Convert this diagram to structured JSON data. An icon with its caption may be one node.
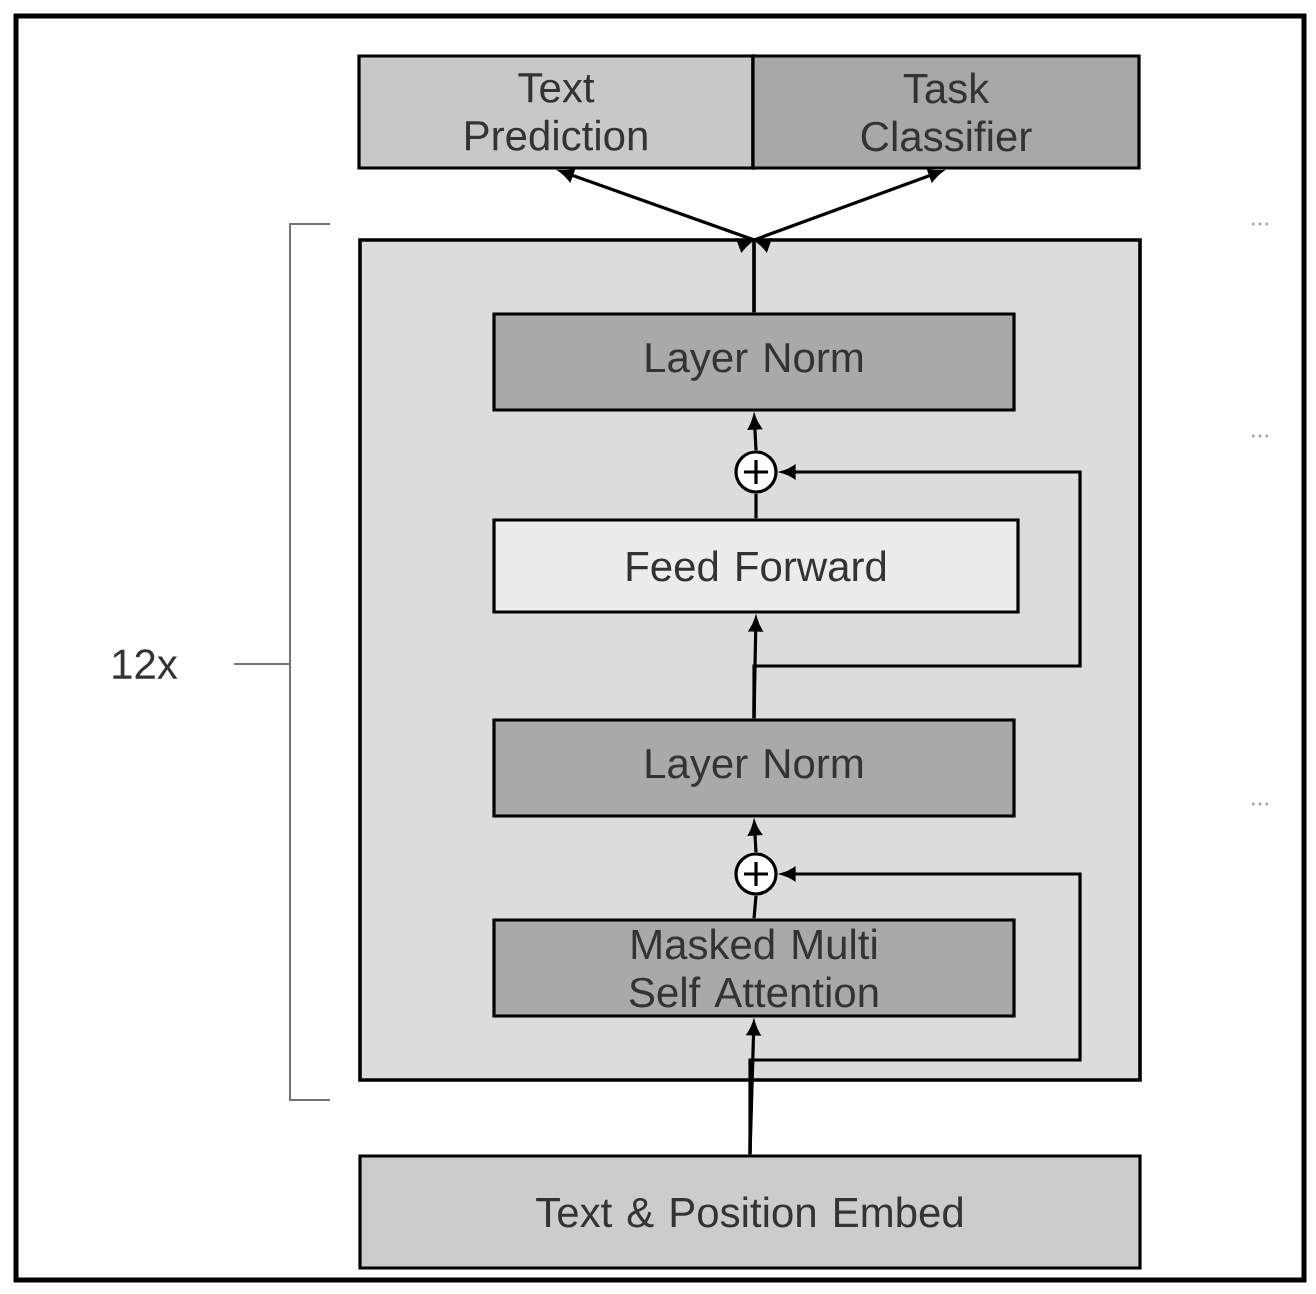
{
  "diagram": {
    "nodes": [
      {
        "text": [
          "Text Prediction"
        ]
      },
      {
        "text": [
          "Task Classifier"
        ]
      },
      {
        "text": [],
        "shape": "box"
      },
      {
        "text": [
          "Layer Norm"
        ],
        "in": 2
      },
      {
        "text": [],
        "shape": "circle",
        "in": 2
      },
      {
        "text": [
          "Feed Forward"
        ],
        "in": 2
      },
      {
        "text": [
          "Layer Norm"
        ],
        "in": 2
      },
      {
        "text": [],
        "shape": "circle",
        "in": 2
      },
      {
        "text": [
          "Masked Multi Self Attention"
        ],
        "in": 2
      },
      {
        "text": [
          "Text & Position Embed"
        ]
      }
    ],
    "edges": [
      {
        "from": 9,
        "to": 8,
        "arrow": "to"
      },
      {
        "from": 9,
        "to": 7,
        "arrow": "to"
      },
      {
        "from": 8,
        "to": 7,
        "arrow": "none"
      },
      {
        "from": 7,
        "to": 6,
        "arrow": "to"
      },
      {
        "from": 6,
        "to": 5,
        "arrow": "to"
      },
      {
        "from": 6,
        "to": 4,
        "arrow": "to"
      },
      {
        "from": 5,
        "to": 4,
        "arrow": "none"
      },
      {
        "from": 4,
        "to": 3,
        "arrow": "to"
      },
      {
        "from": 3,
        "to": 0,
        "arrow": "to"
      },
      {
        "from": 3,
        "to": 1,
        "arrow": "to"
      }
    ],
    "labels": [
      "12x",
      "...",
      "...",
      "..."
    ]
  }
}
